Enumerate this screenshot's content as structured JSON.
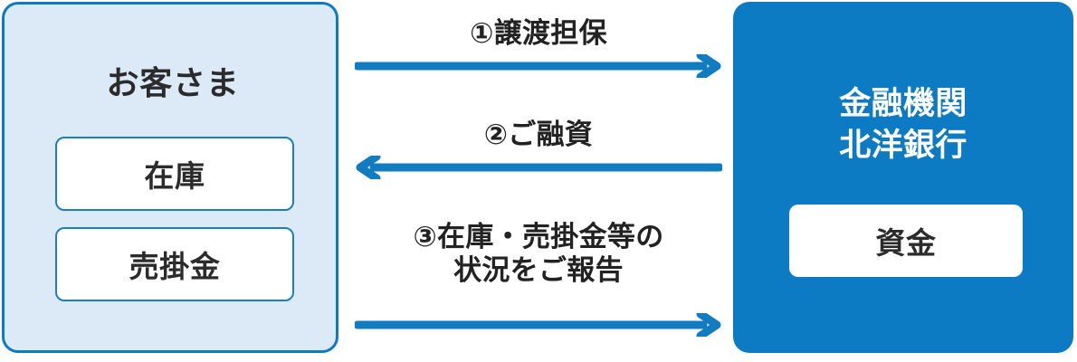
{
  "theme": {
    "accent_blue": "#0d7ac4",
    "panel_light_blue": "#dceaf7",
    "text_dark": "#2b2b2b",
    "text_white": "#ffffff",
    "arrow_blue": "#117cbf"
  },
  "customer_panel": {
    "title": "お客さま",
    "assets": [
      {
        "label": "在庫"
      },
      {
        "label": "売掛金"
      }
    ]
  },
  "bank_panel": {
    "title": "金融機関\n北洋銀行",
    "title_line1": "金融機関",
    "title_line2": "北洋銀行",
    "fund": {
      "label": "資金"
    }
  },
  "flows": [
    {
      "number": "①",
      "label": "①譲渡担保",
      "direction": "right",
      "from": "お客さま",
      "to": "金融機関 北洋銀行"
    },
    {
      "number": "②",
      "label": "②ご融資",
      "direction": "left",
      "from": "金融機関 北洋銀行",
      "to": "お客さま"
    },
    {
      "number": "③",
      "label": "③在庫・売掛金等の\n状況をご報告",
      "direction": "right",
      "from": "お客さま",
      "to": "金融機関 北洋銀行"
    }
  ]
}
